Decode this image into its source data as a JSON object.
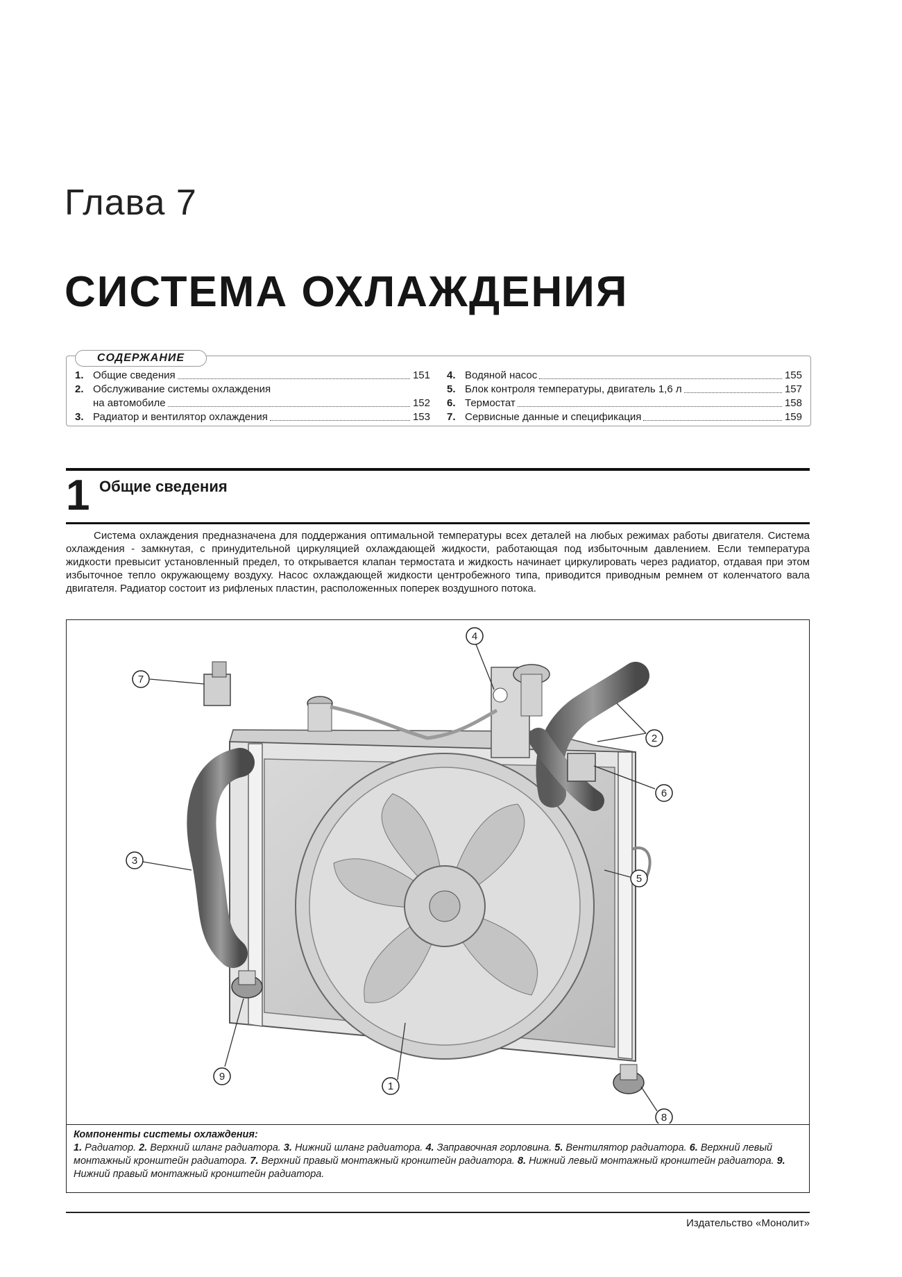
{
  "chapter": {
    "label": "Глава 7",
    "title": "Система охлаждения"
  },
  "toc": {
    "heading": "СОДЕРЖАНИЕ",
    "left": [
      {
        "num": "1.",
        "text": "Общие сведения",
        "page": "151"
      },
      {
        "num": "2.",
        "text": "Обслуживание системы охлаждения",
        "text2": "на автомобиле",
        "page": "152"
      },
      {
        "num": "3.",
        "text": "Радиатор и вентилятор охлаждения",
        "page": "153"
      }
    ],
    "right": [
      {
        "num": "4.",
        "text": "Водяной насос",
        "page": "155"
      },
      {
        "num": "5.",
        "text": "Блок контроля температуры, двигатель 1,6 л",
        "page": "157"
      },
      {
        "num": "6.",
        "text": "Термостат",
        "page": "158"
      },
      {
        "num": "7.",
        "text": "Сервисные данные и спецификация",
        "page": "159"
      }
    ]
  },
  "section": {
    "number": "1",
    "title": "Общие сведения",
    "intro": "Система охлаждения предназначена для поддержания оптимальной температуры всех деталей на любых режимах работы двигателя. Система охлаждения - замкнутая, с принудительной циркуляцией охлаждающей жидкости, работающая под избыточным давлением. Если температура жидкости превысит установленный предел, то открывается клапан термостата и жидкость начинает циркулировать через радиатор, отдавая при этом избыточное тепло окружающему воздуху. Насос охлаждающей жидкости центробежного типа, приводится приводным ремнем от коленчатого вала двигателя. Радиатор состоит из рифленых пластин, расположенных поперек воздушного потока."
  },
  "figure": {
    "callouts": [
      "1",
      "2",
      "3",
      "4",
      "5",
      "6",
      "7",
      "8",
      "9"
    ],
    "caption_title": "Компоненты системы охлаждения:",
    "caption_items": [
      {
        "num": "1.",
        "text": "Радиатор."
      },
      {
        "num": "2.",
        "text": "Верхний шланг радиатора."
      },
      {
        "num": "3.",
        "text": "Нижний шланг радиатора."
      },
      {
        "num": "4.",
        "text": "Заправочная горловина."
      },
      {
        "num": "5.",
        "text": "Вентилятор радиатора."
      },
      {
        "num": "6.",
        "text": "Верхний левый монтажный кронштейн радиатора."
      },
      {
        "num": "7.",
        "text": "Верхний правый монтажный кронштейн радиатора."
      },
      {
        "num": "8.",
        "text": "Нижний левый монтажный кронштейн радиатора."
      },
      {
        "num": "9.",
        "text": "Нижний правый монтажный кронштейн радиатора."
      }
    ]
  },
  "footer": {
    "publisher": "Издательство «Монолит»"
  }
}
